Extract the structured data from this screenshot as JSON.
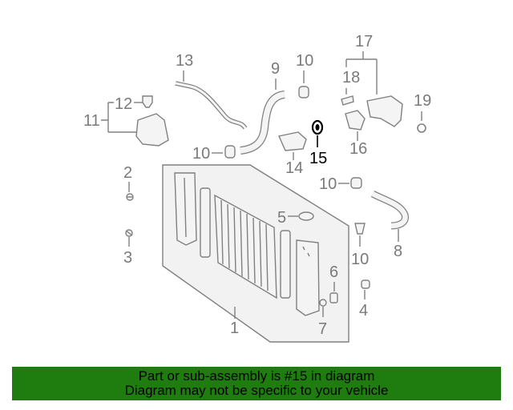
{
  "callouts": {
    "c1": "1",
    "c2": "2",
    "c3": "3",
    "c4": "4",
    "c5": "5",
    "c6": "6",
    "c7": "7",
    "c8": "8",
    "c9": "9",
    "c10a": "10",
    "c10b": "10",
    "c10c": "10",
    "c10d": "10",
    "c11": "11",
    "c12": "12",
    "c13": "13",
    "c14": "14",
    "c15": "15",
    "c16": "16",
    "c17": "17",
    "c18": "18",
    "c19": "19"
  },
  "highlighted_part": "15",
  "colors": {
    "banner": "#1e7d0e",
    "callout": "#7a7a7a",
    "highlight": "#000000"
  },
  "banner": {
    "line1": "Part or sub-assembly is #15 in diagram",
    "line2": "Diagram may not be specific to your vehicle"
  }
}
